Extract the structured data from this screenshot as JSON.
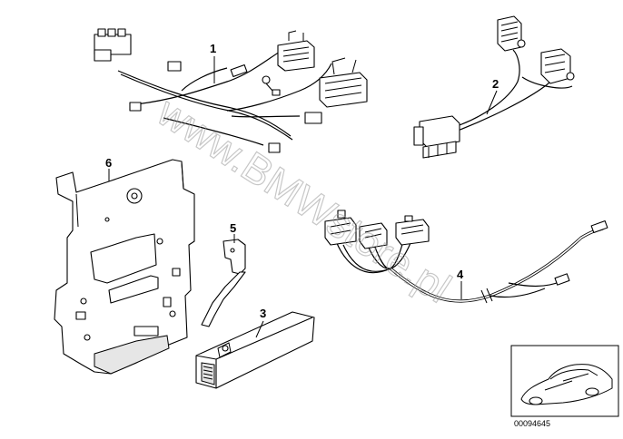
{
  "diagram": {
    "callouts": [
      {
        "id": "1",
        "label": "1"
      },
      {
        "id": "2",
        "label": "2"
      },
      {
        "id": "3",
        "label": "3"
      },
      {
        "id": "4",
        "label": "4"
      },
      {
        "id": "5",
        "label": "5"
      },
      {
        "id": "6",
        "label": "6"
      }
    ],
    "watermark": "www.BMWstore.pl",
    "reference_number": "00094645"
  }
}
